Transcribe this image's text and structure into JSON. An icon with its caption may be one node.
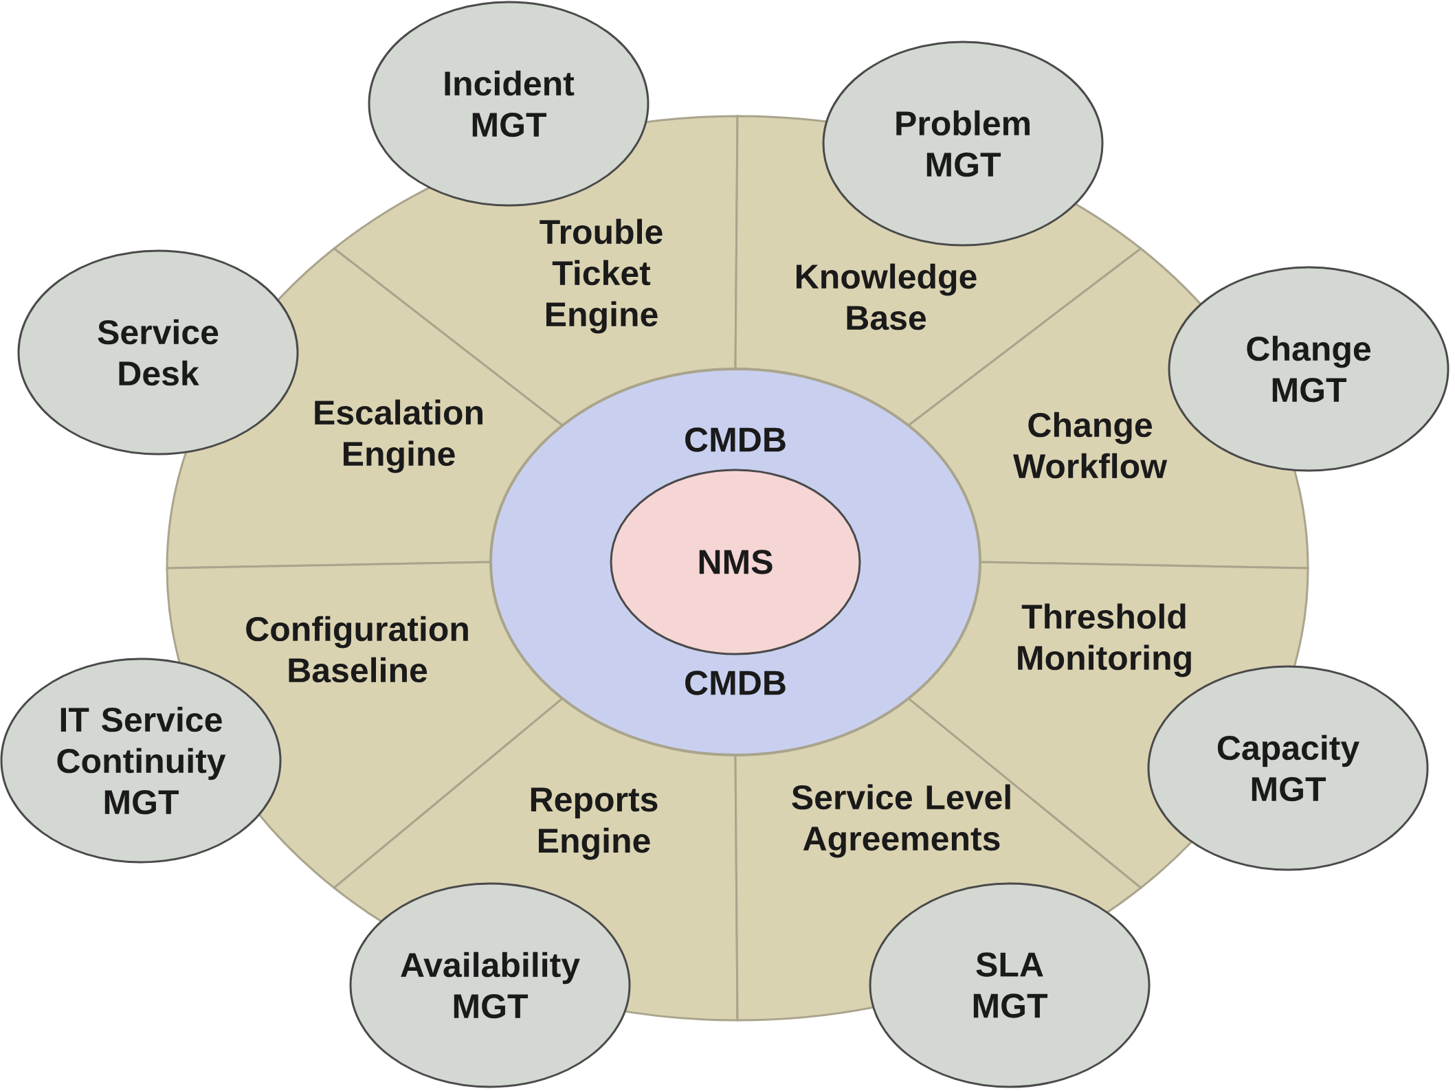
{
  "diagram": {
    "nodes": [
      {
        "text": [
          "Incident MGT"
        ]
      },
      {
        "text": [
          "Problem MGT"
        ]
      },
      {
        "text": [
          "Trouble Ticket Engine"
        ]
      },
      {
        "text": [
          "Knowledge Base"
        ]
      },
      {
        "text": [
          "Service Desk"
        ]
      },
      {
        "text": [
          "Change MGT"
        ]
      },
      {
        "text": [
          "Escalation Engine"
        ]
      },
      {
        "text": [
          "CMDB",
          "CMDB"
        ]
      },
      {
        "text": [
          "NMS"
        ],
        "in": 7
      },
      {
        "text": [
          "Change Workflow"
        ]
      },
      {
        "text": [
          "Configuration Baseline"
        ]
      },
      {
        "text": [
          "Threshold Monitoring"
        ]
      },
      {
        "text": [
          "IT Service Continuity MGT"
        ]
      },
      {
        "text": [
          "Capacity MGT"
        ]
      },
      {
        "text": [
          "Reports Engine"
        ]
      },
      {
        "text": [
          "Service Level Agreements"
        ]
      },
      {
        "text": [
          "Availability MGT"
        ]
      },
      {
        "text": [
          "SLA MGT"
        ]
      }
    ]
  }
}
